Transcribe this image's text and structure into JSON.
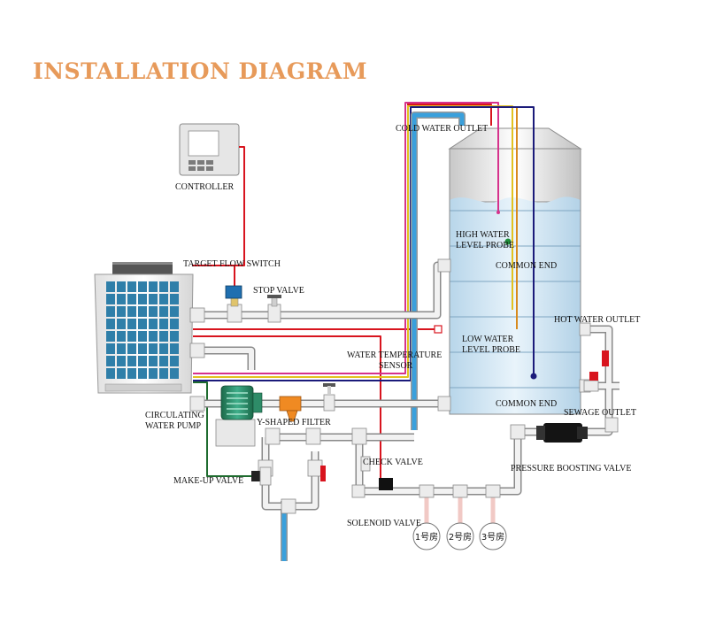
{
  "title": "INSTALLATION DIAGRAM",
  "labels": {
    "controller": "CONTROLLER",
    "target_flow_switch": "TARGET FLOW SWITCH",
    "stop_valve": "STOP VALVE",
    "cold_water_outlet": "COLD WATER OUTLET",
    "high_water_probe_1": "HIGH WATER",
    "high_water_probe_2": "LEVEL PROBE",
    "common_end_top": "COMMON END",
    "low_water_probe_1": "LOW WATER",
    "low_water_probe_2": "LEVEL PROBE",
    "hot_water_outlet": "HOT WATER OUTLET",
    "water_temp_sensor_1": "WATER TEMPERATURE",
    "water_temp_sensor_2": "SENSOR",
    "common_end_bottom": "COMMON END",
    "sewage_outlet": "SEWAGE OUTLET",
    "circulating_pump_1": "CIRCULATING",
    "circulating_pump_2": "WATER PUMP",
    "y_shaped_filter": "Y-SHAPED FILTER",
    "check_valve": "CHECK VALVE",
    "pressure_boosting_valve": "PRESSURE BOOSTING VALVE",
    "make_up_valve": "MAKE-UP VALVE",
    "solenoid_valve": "SOLENOID VALVE"
  },
  "rooms": [
    "1号房",
    "2号房",
    "3号房"
  ],
  "colors": {
    "title": "#e79a5a",
    "pipe": "#f2f2f2",
    "pipe_edge": "#8a8a8a",
    "cold_water": "#3aa0dc",
    "red_wire": "#d8141e",
    "magenta_wire": "#d6328c",
    "yellow_wire": "#e2c21e",
    "navy_wire": "#1b1b7a",
    "green_wire": "#1e6b2e",
    "tank_water": "#c7e3f3",
    "hp_panel": "#2f7fa9"
  }
}
